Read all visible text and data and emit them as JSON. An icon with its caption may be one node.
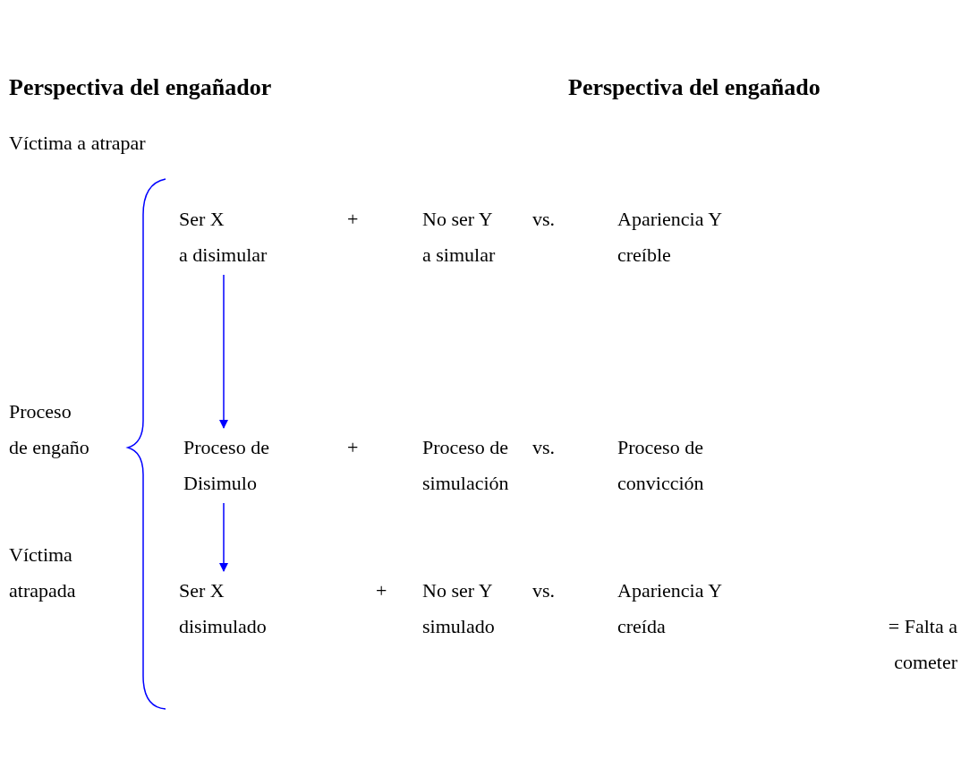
{
  "diagram": {
    "nodes": [
      {
        "text": [
          "Ser X a disimular"
        ]
      },
      {
        "text": [
          "Proceso de Disimulo"
        ]
      },
      {
        "text": [
          "Ser X disimulado"
        ]
      }
    ],
    "edges": [
      {
        "from": 0,
        "to": 1,
        "arrow": "to"
      },
      {
        "from": 1,
        "to": 2,
        "arrow": "to"
      }
    ],
    "labels": [
      "Perspectiva del engañador",
      "Perspectiva del engañado",
      "Víctima a atrapar",
      "+",
      "No ser Y a simular",
      "vs.",
      "Apariencia Y creíble",
      "Proceso de engaño",
      "+",
      "Proceso de simulación",
      "vs.",
      "Proceso de convicción",
      "Víctima atrapada",
      "+",
      "No ser Y simulado",
      "vs.",
      "Apariencia Y creída",
      "= Falta a cometer"
    ]
  }
}
